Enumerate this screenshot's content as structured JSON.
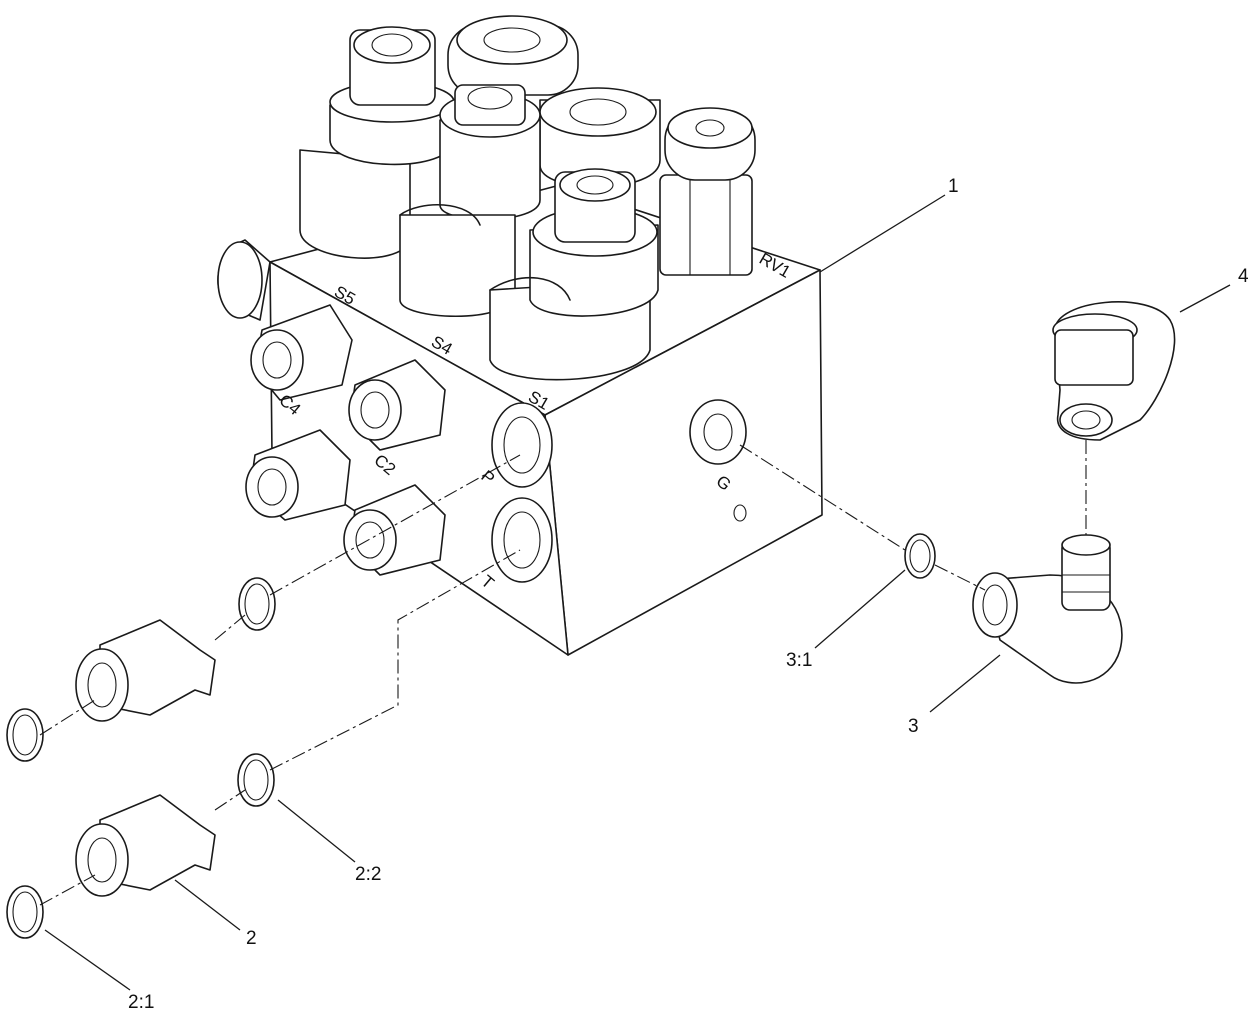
{
  "callouts": {
    "c1": "1",
    "c2": "2",
    "c2_1": "2:1",
    "c2_2": "2:2",
    "c3": "3",
    "c3_1": "3:1",
    "c4": "4"
  },
  "port_labels": {
    "s5": "S5",
    "s4": "S4",
    "s1": "S1",
    "rv1": "RV1",
    "c4": "C4",
    "c2": "C2",
    "p": "P",
    "t": "T",
    "g": "G"
  },
  "colors": {
    "line": "#1a1a1a",
    "background": "#ffffff"
  }
}
